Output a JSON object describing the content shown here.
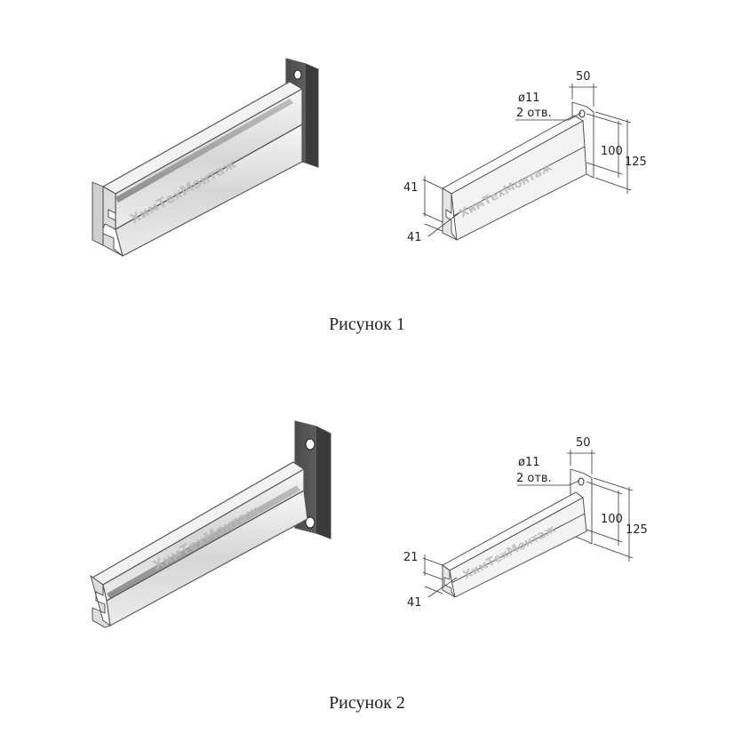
{
  "figures": [
    {
      "caption": "Рисунок 1",
      "watermark": "ХимТехМонтаж",
      "dimensions": {
        "hole": "ø11",
        "holes": "2 отв.",
        "plate_width": "50",
        "hole_spacing": "100",
        "plate_height": "125",
        "profile_height": "41",
        "profile_width": "41"
      }
    },
    {
      "caption": "Рисунок 2",
      "watermark": "ХимТехМонтаж",
      "dimensions": {
        "hole": "ø11",
        "holes": "2 отв.",
        "plate_width": "50",
        "hole_spacing": "100",
        "plate_height": "125",
        "profile_height": "21",
        "profile_width": "41"
      }
    }
  ]
}
